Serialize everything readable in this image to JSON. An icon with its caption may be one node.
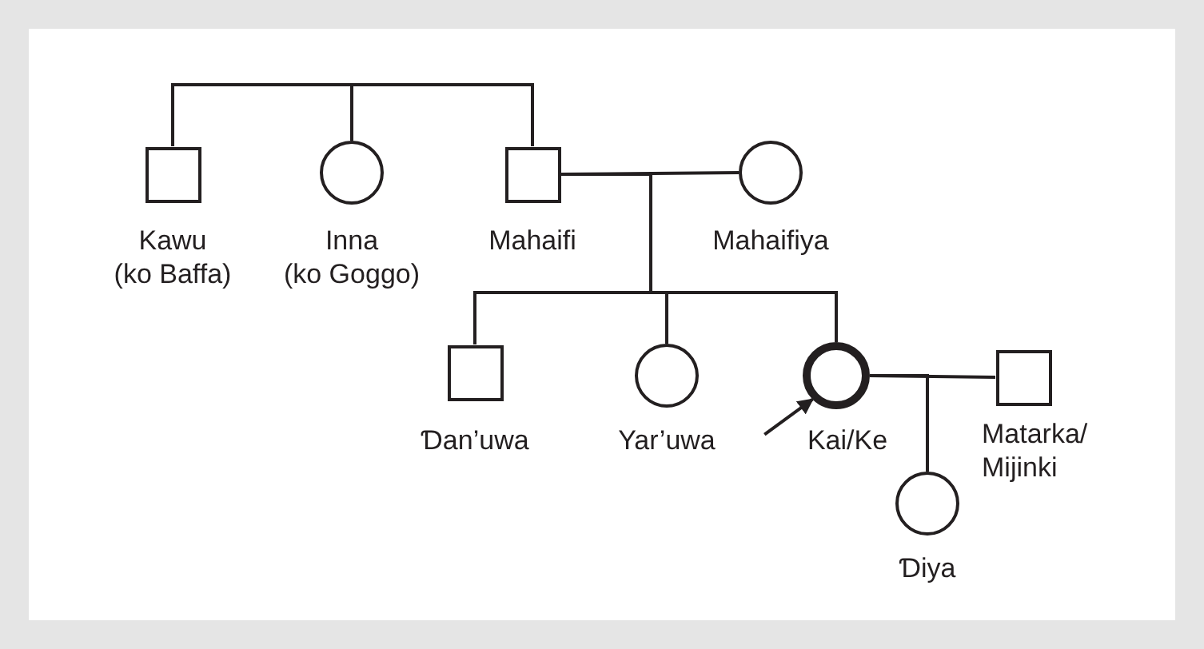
{
  "diagram": {
    "nodes": [
      {
        "text": [],
        "shape": "box",
        "beside": [
          "Kawu (ko Baffa)"
        ]
      },
      {
        "text": [],
        "shape": "circle",
        "beside": [
          "Inna (ko Goggo)"
        ]
      },
      {
        "text": [],
        "shape": "box",
        "beside": [
          "Mahaifi"
        ]
      },
      {
        "text": [],
        "shape": "circle",
        "beside": [
          "Mahaifiya"
        ]
      },
      {
        "text": [],
        "shape": "box",
        "beside": [
          "Ɗan’uwa"
        ]
      },
      {
        "text": [],
        "shape": "circle",
        "beside": [
          "Yar’uwa"
        ]
      },
      {
        "text": [],
        "shape": "circle",
        "beside": [
          "Kai/Ke"
        ]
      },
      {
        "text": [],
        "shape": "box",
        "beside": [
          "Matarka/ Mijinki"
        ]
      },
      {
        "text": [],
        "shape": "circle",
        "beside": [
          "Ɗiya"
        ]
      }
    ],
    "edges": [
      {
        "from": 0,
        "to": 1,
        "arrow": "none"
      },
      {
        "from": 1,
        "to": 2,
        "arrow": "none"
      },
      {
        "from": 2,
        "to": 3,
        "arrow": "none"
      },
      {
        "from": 2,
        "to": 4,
        "arrow": "none"
      },
      {
        "from": 2,
        "to": 5,
        "arrow": "none"
      },
      {
        "from": 2,
        "to": 6,
        "arrow": "none"
      },
      {
        "from": 6,
        "to": 7,
        "arrow": "none"
      },
      {
        "from": 6,
        "to": 8,
        "arrow": "none"
      },
      {
        "from": null,
        "to": 6,
        "arrow": "to"
      }
    ]
  }
}
